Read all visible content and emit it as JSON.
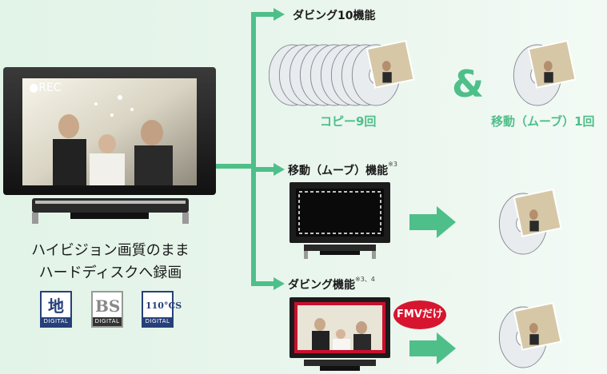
{
  "main_tv": {
    "rec_label": "●REC"
  },
  "caption": {
    "line1": "ハイビジョン画質のまま",
    "line2": "ハードディスクへ録画"
  },
  "broadcast_logos": [
    {
      "glyph": "地",
      "sub": "DIGITAL",
      "name": "terrestrial-digital-logo"
    },
    {
      "glyph": "BS",
      "sub": "DIGITAL",
      "name": "bs-digital-logo"
    },
    {
      "glyph": "110°CS",
      "sub": "DIGITAL",
      "name": "cs-digital-logo"
    }
  ],
  "branch_dubbing10": {
    "title": "ダビング10機能",
    "copy_label": "コピー9回",
    "and_symbol": "&",
    "move_label": "移動（ムーブ）1回"
  },
  "branch_move": {
    "title": "移動（ムーブ）機能",
    "note": "※3"
  },
  "branch_dubbing": {
    "title": "ダビング機能",
    "note": "※3、4",
    "badge": "FMVだけ"
  },
  "colors": {
    "accent_green": "#4fbf8a",
    "badge_red": "#d8152e",
    "logo_blue": "#26407a"
  }
}
